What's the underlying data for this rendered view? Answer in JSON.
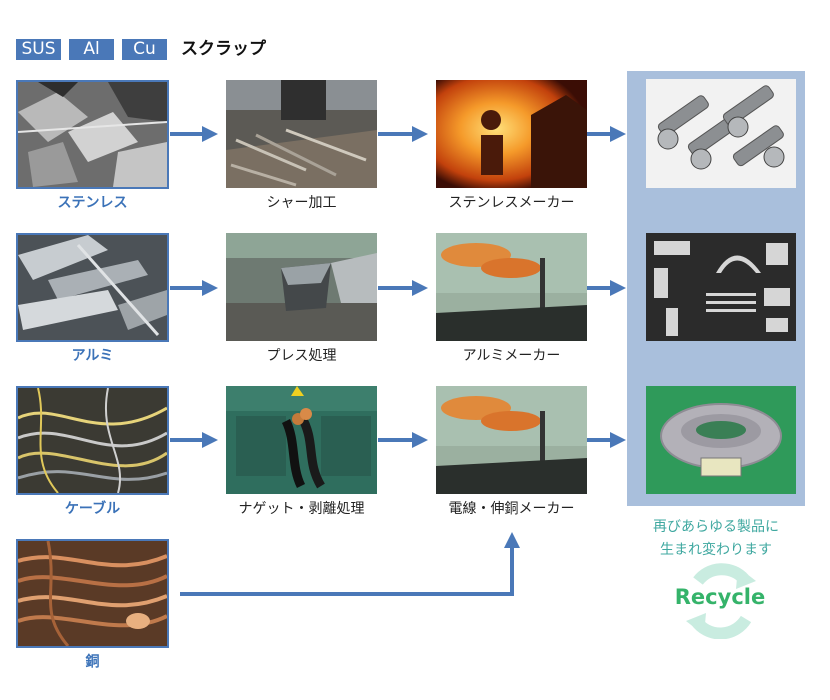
{
  "header": {
    "badges": [
      "SUS",
      "Al",
      "Cu"
    ],
    "title": "スクラップ"
  },
  "rows": [
    {
      "scrap_label": "ステンレス",
      "process_label": "シャー加工",
      "maker_label": "ステンレスメーカー"
    },
    {
      "scrap_label": "アルミ",
      "process_label": "プレス処理",
      "maker_label": "アルミメーカー"
    },
    {
      "scrap_label": "ケーブル",
      "process_label": "ナゲット・剥離処理",
      "maker_label": "電線・伸銅メーカー"
    },
    {
      "scrap_label": "銅"
    }
  ],
  "products": {
    "caption_line1": "再びあらゆる製品に",
    "caption_line2": "生まれ変わります",
    "recycle_word": "Recycle"
  },
  "colors": {
    "accent": "#4a78b8",
    "panel": "#a9bfdc",
    "recycle_green": "#35b36a",
    "caption_teal": "#3fa8a0"
  }
}
